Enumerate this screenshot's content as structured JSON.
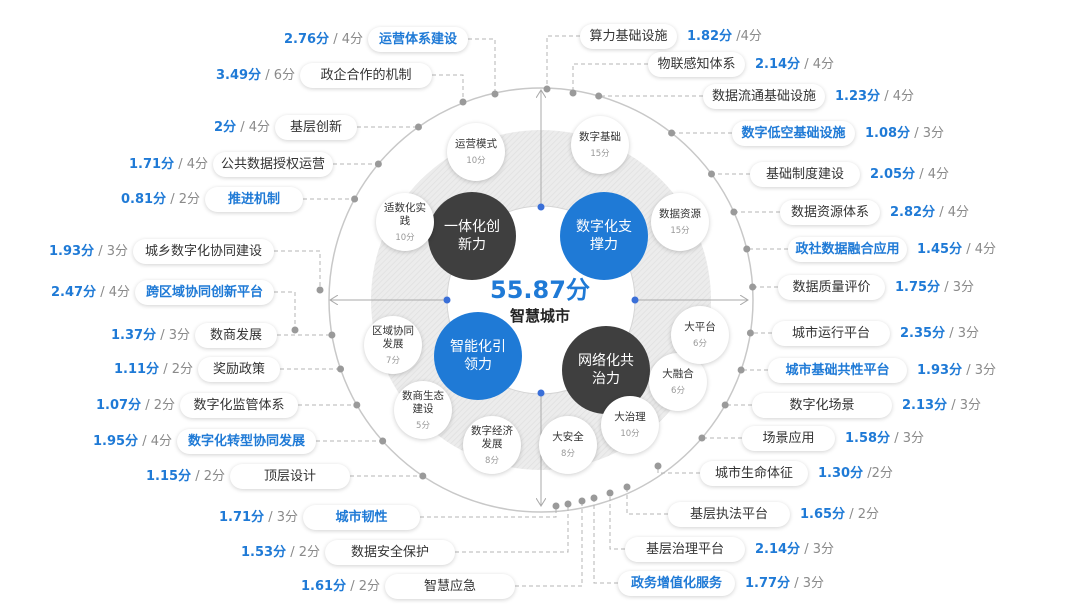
{
  "center": {
    "total": "55.87分",
    "title": "智慧城市"
  },
  "colors": {
    "blue": "#1f7ad6",
    "dark": "#3f3f3f"
  },
  "hubs": [
    {
      "label": "一体化创新力",
      "color": "dark"
    },
    {
      "label": "数字化支撑力",
      "color": "blue"
    },
    {
      "label": "智能化引领力",
      "color": "blue"
    },
    {
      "label": "网络化共治力",
      "color": "dark"
    }
  ],
  "nodes": [
    {
      "name": "运营模式",
      "points": "10分"
    },
    {
      "name": "适数化实践",
      "points": "10分"
    },
    {
      "name": "数字基础",
      "points": "15分"
    },
    {
      "name": "数据资源",
      "points": "15分"
    },
    {
      "name": "区域协同发展",
      "points": "7分"
    },
    {
      "name": "数商生态建设",
      "points": "5分"
    },
    {
      "name": "数字经济发展",
      "points": "8分"
    },
    {
      "name": "大安全",
      "points": "8分"
    },
    {
      "name": "大治理",
      "points": "10分"
    },
    {
      "name": "大融合",
      "points": "6分"
    },
    {
      "name": "大平台",
      "points": "6分"
    }
  ],
  "indicators": [
    {
      "label": "运营体系建设",
      "score": "2.76分",
      "max": " / 4分",
      "highlight": true
    },
    {
      "label": "政企合作的机制",
      "score": "3.49分",
      "max": " / 6分",
      "highlight": false
    },
    {
      "label": "基层创新",
      "score": "2分",
      "max": " / 4分",
      "highlight": false
    },
    {
      "label": "公共数据授权运营",
      "score": "1.71分",
      "max": " / 4分",
      "highlight": false
    },
    {
      "label": "推进机制",
      "score": "0.81分",
      "max": " / 2分",
      "highlight": true
    },
    {
      "label": "城乡数字化协同建设",
      "score": "1.93分",
      "max": " / 3分",
      "highlight": false
    },
    {
      "label": "跨区域协同创新平台",
      "score": "2.47分",
      "max": " / 4分",
      "highlight": true
    },
    {
      "label": "数商发展",
      "score": "1.37分",
      "max": " / 3分",
      "highlight": false
    },
    {
      "label": "奖励政策",
      "score": "1.11分",
      "max": " / 2分",
      "highlight": false
    },
    {
      "label": "数字化监管体系",
      "score": "1.07分",
      "max": " / 2分",
      "highlight": false
    },
    {
      "label": "数字化转型协同发展",
      "score": "1.95分",
      "max": " / 4分",
      "highlight": true
    },
    {
      "label": "顶层设计",
      "score": "1.15分",
      "max": " / 2分",
      "highlight": false
    },
    {
      "label": "城市韧性",
      "score": "1.71分",
      "max": " / 3分",
      "highlight": true
    },
    {
      "label": "数据安全保护",
      "score": "1.53分",
      "max": " / 2分",
      "highlight": false
    },
    {
      "label": "智慧应急",
      "score": "1.61分",
      "max": " / 2分",
      "highlight": false
    },
    {
      "label": "算力基础设施",
      "score": "1.82分",
      "max": " /4分",
      "highlight": false
    },
    {
      "label": "物联感知体系",
      "score": "2.14分",
      "max": " / 4分",
      "highlight": false
    },
    {
      "label": "数据流通基础设施",
      "score": "1.23分",
      "max": " / 4分",
      "highlight": false
    },
    {
      "label": "数字低空基础设施",
      "score": "1.08分",
      "max": " / 3分",
      "highlight": true
    },
    {
      "label": "基础制度建设",
      "score": "2.05分",
      "max": " / 4分",
      "highlight": false
    },
    {
      "label": "数据资源体系",
      "score": "2.82分",
      "max": " / 4分",
      "highlight": false
    },
    {
      "label": "政社数据融合应用",
      "score": "1.45分",
      "max": " / 4分",
      "highlight": true
    },
    {
      "label": "数据质量评价",
      "score": "1.75分",
      "max": " / 3分",
      "highlight": false
    },
    {
      "label": "城市运行平台",
      "score": "2.35分",
      "max": " / 3分",
      "highlight": false
    },
    {
      "label": "城市基础共性平台",
      "score": "1.93分",
      "max": " / 3分",
      "highlight": true
    },
    {
      "label": "数字化场景",
      "score": "2.13分",
      "max": " / 3分",
      "highlight": false
    },
    {
      "label": "场景应用",
      "score": "1.58分",
      "max": " / 3分",
      "highlight": false
    },
    {
      "label": "城市生命体征",
      "score": "1.30分",
      "max": " /2分",
      "highlight": false
    },
    {
      "label": "基层执法平台",
      "score": "1.65分",
      "max": " / 2分",
      "highlight": false
    },
    {
      "label": "基层治理平台",
      "score": "2.14分",
      "max": " / 3分",
      "highlight": false
    },
    {
      "label": "政务增值化服务",
      "score": "1.77分",
      "max": " / 3分",
      "highlight": true
    }
  ]
}
